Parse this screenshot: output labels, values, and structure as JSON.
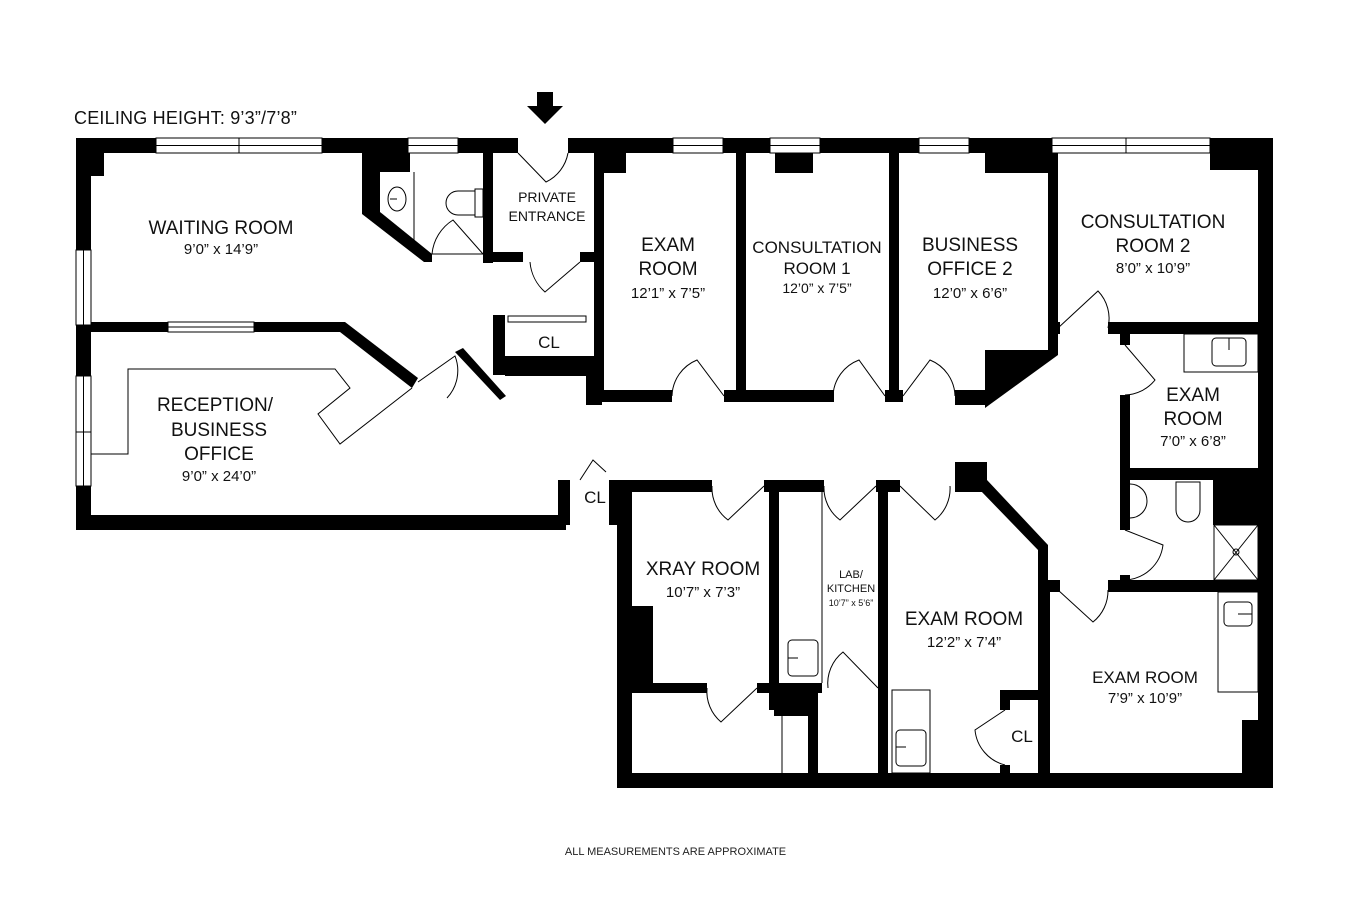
{
  "header": {
    "ceiling_height": "CEILING HEIGHT: 9’3”/7’8”"
  },
  "entrance_arrow": "down-arrow-icon",
  "rooms": {
    "waiting": {
      "name": "WAITING ROOM",
      "dim": "9’0” x 14’9”"
    },
    "private_entrance": {
      "line1": "PRIVATE",
      "line2": "ENTRANCE"
    },
    "exam_1": {
      "line1": "EXAM",
      "line2": "ROOM",
      "dim": "12’1” x 7’5”"
    },
    "consult_1": {
      "line1": "CONSULTATION",
      "line2": "ROOM 1",
      "dim": "12’0” x 7’5”"
    },
    "business_2": {
      "line1": "BUSINESS",
      "line2": "OFFICE 2",
      "dim": "12’0” x 6’6”"
    },
    "consult_2": {
      "line1": "CONSULTATION",
      "line2": "ROOM 2",
      "dim": "8’0” x 10’9”"
    },
    "reception": {
      "line1": "RECEPTION/",
      "line2": "BUSINESS",
      "line3": "OFFICE",
      "dim": "9’0” x 24’0”"
    },
    "exam_2": {
      "line1": "EXAM",
      "line2": "ROOM",
      "dim": "7’0” x 6’8”"
    },
    "xray": {
      "name": "XRAY ROOM",
      "dim": "10’7” x 7’3”"
    },
    "lab": {
      "line1": "LAB/",
      "line2": "KITCHEN",
      "dim": "10’7” x 5’6”"
    },
    "exam_3": {
      "name": "EXAM ROOM",
      "dim": "12’2” x 7’4”"
    },
    "exam_4": {
      "name": "EXAM ROOM",
      "dim": "7’9” x 10’9”"
    },
    "closet_1": "CL",
    "closet_2": "CL",
    "closet_3": "CL"
  },
  "footer": {
    "note": "ALL MEASUREMENTS ARE APPROXIMATE"
  }
}
